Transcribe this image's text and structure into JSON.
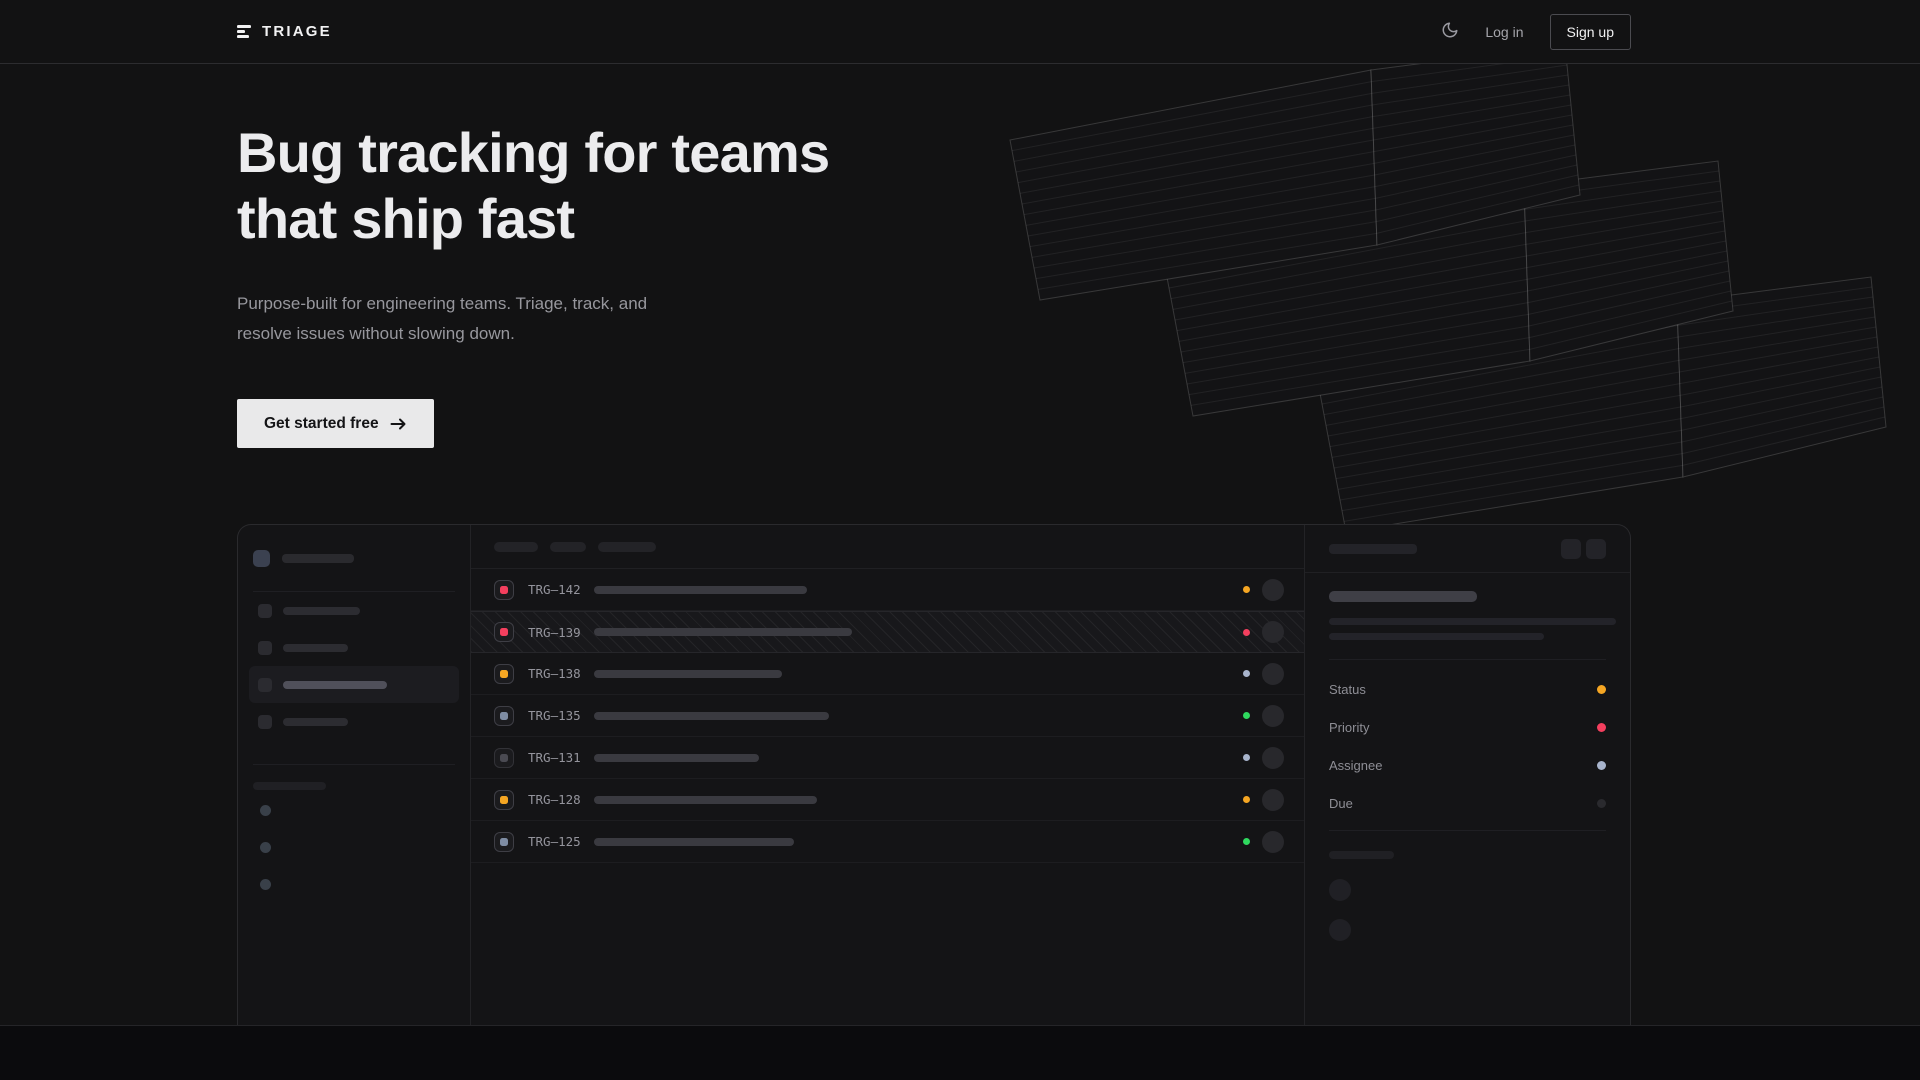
{
  "nav": {
    "brand": "TRIAGE",
    "theme_toggle_icon": "moon-icon",
    "log_in": "Log in",
    "sign_up": "Sign up"
  },
  "hero": {
    "title_line1": "Bug tracking for teams",
    "title_line2": "that ship fast",
    "subtitle": "Purpose-built for engineering teams. Triage, track, and\nresolve issues without slowing down.",
    "cta": "Get started free",
    "cta_icon": "arrow-right-icon"
  },
  "preview": {
    "issues": [
      {
        "id": "TRG–142",
        "type_color": "#f43f5e",
        "title_width": 213,
        "status_color": "#f5a623",
        "selected": false,
        "muted": false
      },
      {
        "id": "TRG–139",
        "type_color": "#f43f5e",
        "title_width": 258,
        "status_color": "#f43f5e",
        "selected": true,
        "muted": false
      },
      {
        "id": "TRG–138",
        "type_color": "#f5a623",
        "title_width": 188,
        "status_color": "#a8b4cc",
        "selected": false,
        "muted": false
      },
      {
        "id": "TRG–135",
        "type_color": "#7e8ca3",
        "title_width": 235,
        "status_color": "#2fd95f",
        "selected": false,
        "muted": false
      },
      {
        "id": "TRG–131",
        "type_color": "#4a4a52",
        "title_width": 165,
        "status_color": "#a8b4cc",
        "selected": false,
        "muted": true
      },
      {
        "id": "TRG–128",
        "type_color": "#f5a623",
        "title_width": 223,
        "status_color": "#f5a623",
        "selected": false,
        "muted": false
      },
      {
        "id": "TRG–125",
        "type_color": "#7e8ca3",
        "title_width": 200,
        "status_color": "#2fd95f",
        "selected": false,
        "muted": false
      }
    ],
    "detail_fields": [
      {
        "label": "Status",
        "color": "#f5a623"
      },
      {
        "label": "Priority",
        "color": "#f43f5e"
      },
      {
        "label": "Assignee",
        "color": "#a8b4cc"
      },
      {
        "label": "Due",
        "color": "#2a2a2e"
      }
    ]
  },
  "colors": {
    "amber": "#f5a623",
    "rose": "#f43f5e",
    "green": "#2fd95f",
    "lavender": "#a8b4cc",
    "cta_background": "#e9e9ea",
    "page_background": "#121213"
  }
}
